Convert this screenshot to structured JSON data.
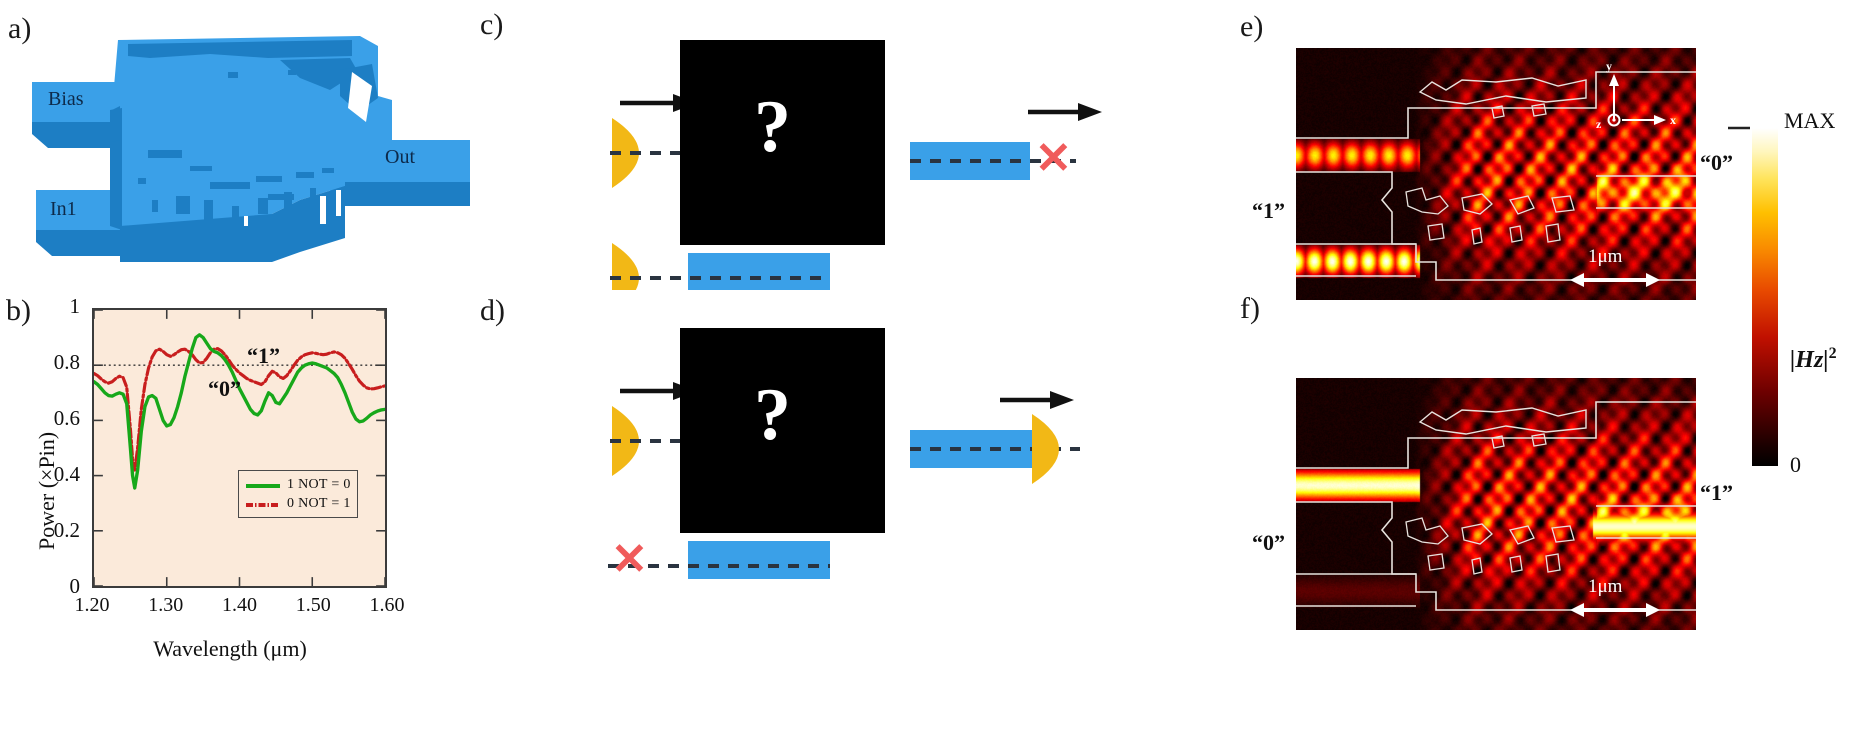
{
  "figure": {
    "panels": [
      {
        "id": "a",
        "letter": "a)"
      },
      {
        "id": "b",
        "letter": "b)"
      },
      {
        "id": "c",
        "letter": "c)"
      },
      {
        "id": "d",
        "letter": "d)"
      },
      {
        "id": "e",
        "letter": "e)"
      },
      {
        "id": "f",
        "letter": "f)"
      }
    ]
  },
  "panel_a": {
    "letter": "a)",
    "labels": {
      "bias": "Bias",
      "in1": "In1",
      "out": "Out"
    },
    "colors": {
      "waveguide": "#3aa0e8",
      "shadow": "#1d7ec4"
    }
  },
  "panel_b": {
    "letter": "b)",
    "annotations": {
      "one": "“1”",
      "zero": "“0”"
    },
    "legend": {
      "entries": [
        {
          "label": "1 NOT = 0",
          "color": "#17a81a",
          "style": "solid"
        },
        {
          "label": "0 NOT = 1",
          "color": "#c81e1e",
          "style": "dash-dot"
        }
      ]
    }
  },
  "chart_data": {
    "type": "line",
    "title": "",
    "xlabel": "Wavelength (μm)",
    "ylabel": "Power (×Pin)",
    "xlim": [
      1.2,
      1.6
    ],
    "ylim": [
      0,
      1
    ],
    "xticks": [
      "1.20",
      "1.30",
      "1.40",
      "1.50",
      "1.60"
    ],
    "xtick_values": [
      1.2,
      1.3,
      1.4,
      1.5,
      1.6
    ],
    "yticks": [
      "0",
      "0.2",
      "0.4",
      "0.6",
      "0.8",
      "1"
    ],
    "ytick_values": [
      0,
      0.2,
      0.4,
      0.6,
      0.8,
      1.0
    ],
    "grid": false,
    "threshold_line": {
      "value": 0.8,
      "style": "dotted",
      "color": "#333333"
    },
    "legend_position": "lower right",
    "fill_under": "#fbeada",
    "series": [
      {
        "name": "1 NOT = 0",
        "color": "#17a81a",
        "style": "solid",
        "x": [
          1.2,
          1.205,
          1.21,
          1.215,
          1.22,
          1.225,
          1.23,
          1.235,
          1.24,
          1.245,
          1.25,
          1.253,
          1.256,
          1.26,
          1.265,
          1.27,
          1.275,
          1.28,
          1.285,
          1.29,
          1.295,
          1.3,
          1.305,
          1.31,
          1.315,
          1.32,
          1.325,
          1.33,
          1.335,
          1.34,
          1.345,
          1.35,
          1.355,
          1.36,
          1.365,
          1.37,
          1.375,
          1.38,
          1.385,
          1.39,
          1.395,
          1.4,
          1.405,
          1.41,
          1.415,
          1.42,
          1.425,
          1.43,
          1.435,
          1.44,
          1.445,
          1.45,
          1.455,
          1.46,
          1.465,
          1.47,
          1.475,
          1.48,
          1.485,
          1.49,
          1.495,
          1.5,
          1.505,
          1.51,
          1.515,
          1.52,
          1.525,
          1.53,
          1.535,
          1.54,
          1.545,
          1.55,
          1.555,
          1.56,
          1.565,
          1.57,
          1.575,
          1.58,
          1.585,
          1.59,
          1.595,
          1.6
        ],
        "y": [
          0.74,
          0.73,
          0.715,
          0.7,
          0.69,
          0.688,
          0.695,
          0.7,
          0.695,
          0.66,
          0.5,
          0.4,
          0.355,
          0.42,
          0.56,
          0.65,
          0.685,
          0.69,
          0.68,
          0.64,
          0.6,
          0.58,
          0.585,
          0.61,
          0.65,
          0.7,
          0.76,
          0.81,
          0.86,
          0.9,
          0.91,
          0.9,
          0.88,
          0.86,
          0.85,
          0.845,
          0.835,
          0.82,
          0.8,
          0.775,
          0.745,
          0.715,
          0.69,
          0.665,
          0.64,
          0.625,
          0.62,
          0.635,
          0.67,
          0.7,
          0.69,
          0.665,
          0.66,
          0.68,
          0.7,
          0.725,
          0.75,
          0.775,
          0.79,
          0.8,
          0.805,
          0.808,
          0.805,
          0.8,
          0.795,
          0.79,
          0.78,
          0.77,
          0.755,
          0.73,
          0.7,
          0.665,
          0.63,
          0.605,
          0.595,
          0.598,
          0.608,
          0.62,
          0.628,
          0.634,
          0.638,
          0.64
        ]
      },
      {
        "name": "0 NOT = 1",
        "color": "#c81e1e",
        "style": "dash-dot",
        "x": [
          1.2,
          1.205,
          1.21,
          1.215,
          1.22,
          1.225,
          1.23,
          1.235,
          1.24,
          1.245,
          1.25,
          1.253,
          1.256,
          1.26,
          1.265,
          1.27,
          1.275,
          1.28,
          1.285,
          1.29,
          1.295,
          1.3,
          1.305,
          1.31,
          1.315,
          1.32,
          1.325,
          1.33,
          1.335,
          1.34,
          1.345,
          1.35,
          1.355,
          1.36,
          1.365,
          1.37,
          1.375,
          1.38,
          1.385,
          1.39,
          1.395,
          1.4,
          1.405,
          1.41,
          1.415,
          1.42,
          1.425,
          1.43,
          1.435,
          1.44,
          1.445,
          1.45,
          1.455,
          1.46,
          1.465,
          1.47,
          1.475,
          1.48,
          1.485,
          1.49,
          1.495,
          1.5,
          1.505,
          1.51,
          1.515,
          1.52,
          1.525,
          1.53,
          1.535,
          1.54,
          1.545,
          1.55,
          1.555,
          1.56,
          1.565,
          1.57,
          1.575,
          1.58,
          1.585,
          1.59,
          1.595,
          1.6
        ],
        "y": [
          0.77,
          0.762,
          0.75,
          0.74,
          0.735,
          0.74,
          0.752,
          0.76,
          0.755,
          0.72,
          0.57,
          0.46,
          0.42,
          0.5,
          0.64,
          0.73,
          0.79,
          0.83,
          0.852,
          0.858,
          0.85,
          0.838,
          0.832,
          0.838,
          0.848,
          0.856,
          0.858,
          0.85,
          0.838,
          0.82,
          0.808,
          0.81,
          0.825,
          0.845,
          0.858,
          0.86,
          0.852,
          0.838,
          0.82,
          0.8,
          0.785,
          0.772,
          0.762,
          0.752,
          0.745,
          0.74,
          0.735,
          0.73,
          0.74,
          0.762,
          0.778,
          0.772,
          0.758,
          0.752,
          0.762,
          0.78,
          0.8,
          0.818,
          0.83,
          0.838,
          0.842,
          0.845,
          0.843,
          0.84,
          0.838,
          0.84,
          0.845,
          0.848,
          0.845,
          0.838,
          0.825,
          0.806,
          0.785,
          0.762,
          0.742,
          0.728,
          0.718,
          0.714,
          0.715,
          0.718,
          0.722,
          0.725
        ]
      }
    ]
  },
  "panel_c": {
    "letter": "c)",
    "blackbox_glyph": "?",
    "inputs": [
      {
        "state": "on",
        "arrow": true
      },
      {
        "state": "on",
        "arrow": false
      }
    ],
    "output": {
      "state": "off",
      "marker": "✕",
      "arrow": true,
      "marker_color": "#f05b5b"
    }
  },
  "panel_d": {
    "letter": "d)",
    "blackbox_glyph": "?",
    "inputs": [
      {
        "state": "on",
        "arrow": true
      },
      {
        "state": "off",
        "marker": "✕",
        "marker_color": "#f05b5b"
      }
    ],
    "output": {
      "state": "on",
      "arrow": true
    }
  },
  "panel_e": {
    "letter": "e)",
    "input_label": "“1”",
    "output_label": "“0”",
    "scalebar": "1μm",
    "axes_indicator": {
      "x": "x",
      "y": "y",
      "z": "z"
    }
  },
  "panel_f": {
    "letter": "f)",
    "input_label": "“0”",
    "output_label": "“1”",
    "scalebar": "1μm"
  },
  "colorbar": {
    "max_label": "MAX",
    "min_label": "0",
    "quantity": "|Hz|",
    "exponent": "2"
  }
}
